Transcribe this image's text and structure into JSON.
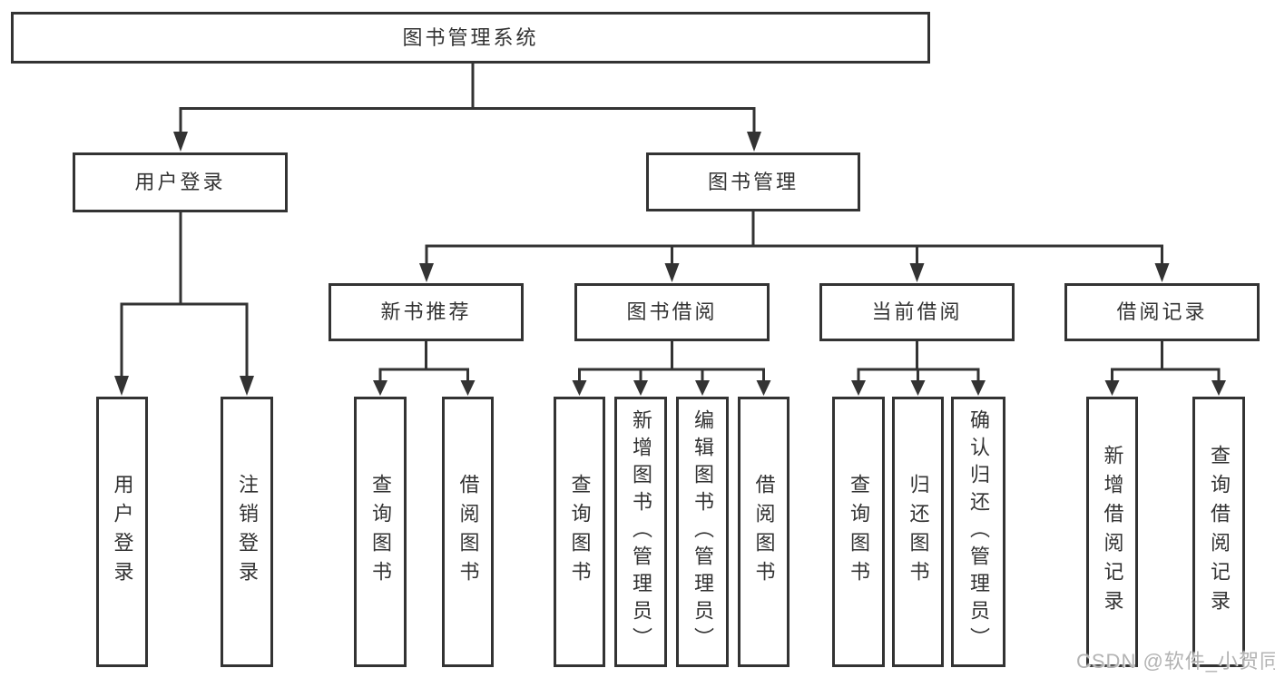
{
  "diagram_title": "图书管理系统",
  "colors": {
    "line": "#333333",
    "text": "#333333",
    "background": "#ffffff",
    "watermark": "#b3b3b3"
  },
  "nodes": {
    "root": "图书管理系统",
    "user_login": "用户登录",
    "book_management": "图书管理",
    "new_book_recommendation": "新书推荐",
    "book_borrowing": "图书借阅",
    "current_borrowing": "当前借阅",
    "borrowing_records": "借阅记录",
    "login": "用户登录",
    "logout": "注销登录",
    "recommend_query_books": "查询图书",
    "recommend_borrow_books": "借阅图书",
    "borrow_query_books": "查询图书",
    "borrow_add_books": "新增图书（管理员）",
    "borrow_edit_books": "编辑图书（管理员）",
    "borrow_borrow_books": "借阅图书",
    "current_query_books": "查询图书",
    "current_return_books": "归还图书",
    "current_confirm_return": "确认归还（管理员）",
    "records_add_record": "新增借阅记录",
    "records_query_record": "查询借阅记录"
  },
  "hierarchy": {
    "图书管理系统": {
      "用户登录": [
        "用户登录",
        "注销登录"
      ],
      "图书管理": {
        "新书推荐": [
          "查询图书",
          "借阅图书"
        ],
        "图书借阅": [
          "查询图书",
          "新增图书（管理员）",
          "编辑图书（管理员）",
          "借阅图书"
        ],
        "当前借阅": [
          "查询图书",
          "归还图书",
          "确认归还（管理员）"
        ],
        "借阅记录": [
          "新增借阅记录",
          "查询借阅记录"
        ]
      }
    }
  },
  "watermark": {
    "text": "CSDN @软件_小贺同学"
  }
}
